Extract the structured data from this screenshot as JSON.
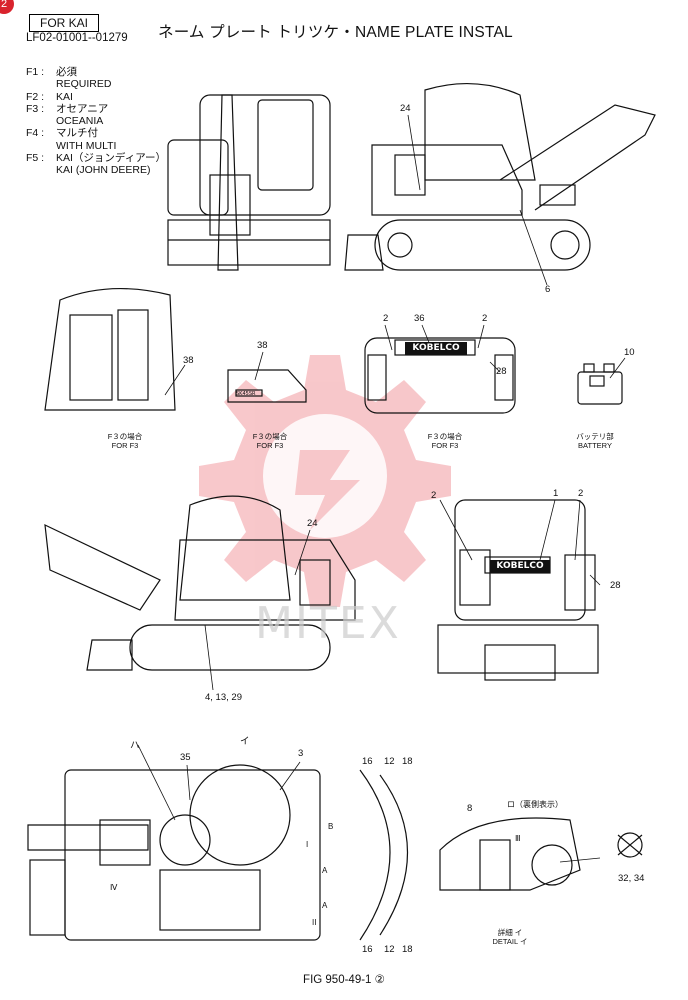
{
  "header": {
    "badge": "2",
    "tag": "FOR KAI",
    "serial_range": "LF02-01001--01279",
    "title": "ネーム プレート トリツケ・NAME PLATE INSTAL"
  },
  "legend": [
    {
      "key": "F1 :",
      "lines": [
        "必須",
        "REQUIRED"
      ]
    },
    {
      "key": "F2 :",
      "lines": [
        "KAI"
      ]
    },
    {
      "key": "F3 :",
      "lines": [
        "オセアニア",
        "OCEANIA"
      ]
    },
    {
      "key": "F4 :",
      "lines": [
        "マルチ付",
        "WITH MULTI"
      ]
    },
    {
      "key": "F5 :",
      "lines": [
        "KAI（ジョンディアー）",
        "KAI (JOHN DEERE)"
      ]
    }
  ],
  "captions": {
    "f3_a": [
      "F３の場合",
      "FOR F3"
    ],
    "f3_b": [
      "F３の場合",
      "FOR F3"
    ],
    "f3_c": [
      "F３の場合",
      "FOR F3"
    ],
    "battery": [
      "バッテリ部",
      "BATTERY"
    ],
    "detail": [
      "詳細 イ",
      "DETAIL イ"
    ],
    "back_side": "ロ（裏側表示）"
  },
  "callouts": {
    "n24a": "24",
    "n6": "6",
    "n2a": "2",
    "n36": "36",
    "n2b": "2",
    "n28a": "28",
    "n38a": "38",
    "n38b": "38",
    "n10": "10",
    "n2c": "2",
    "n1": "1",
    "n2d": "2",
    "n28b": "28",
    "n24b": "24",
    "n4_13_29": "4, 13, 29",
    "ha": "ハ",
    "n35": "35",
    "i": "イ",
    "n3": "3",
    "n16a": "16",
    "n12a": "12",
    "n18a": "18",
    "n16b": "16",
    "n12b": "12",
    "n18b": "18",
    "n8": "8",
    "n32_34": "32, 34",
    "sec_a1": "A",
    "sec_a2": "A",
    "sec_i": "I",
    "sec_ii": "II",
    "sec_b": "B",
    "sec_iii": "Ⅲ",
    "sec_iv": "Ⅳ"
  },
  "plates": {
    "kobelco": "KOBELCO",
    "model": "SK45SR"
  },
  "watermark": "MITEX",
  "footer": {
    "fig": "FIG 950-49-1 ②"
  },
  "colors": {
    "watermark": "#e8545e",
    "ink": "#111111",
    "badge": "#d9232d"
  }
}
